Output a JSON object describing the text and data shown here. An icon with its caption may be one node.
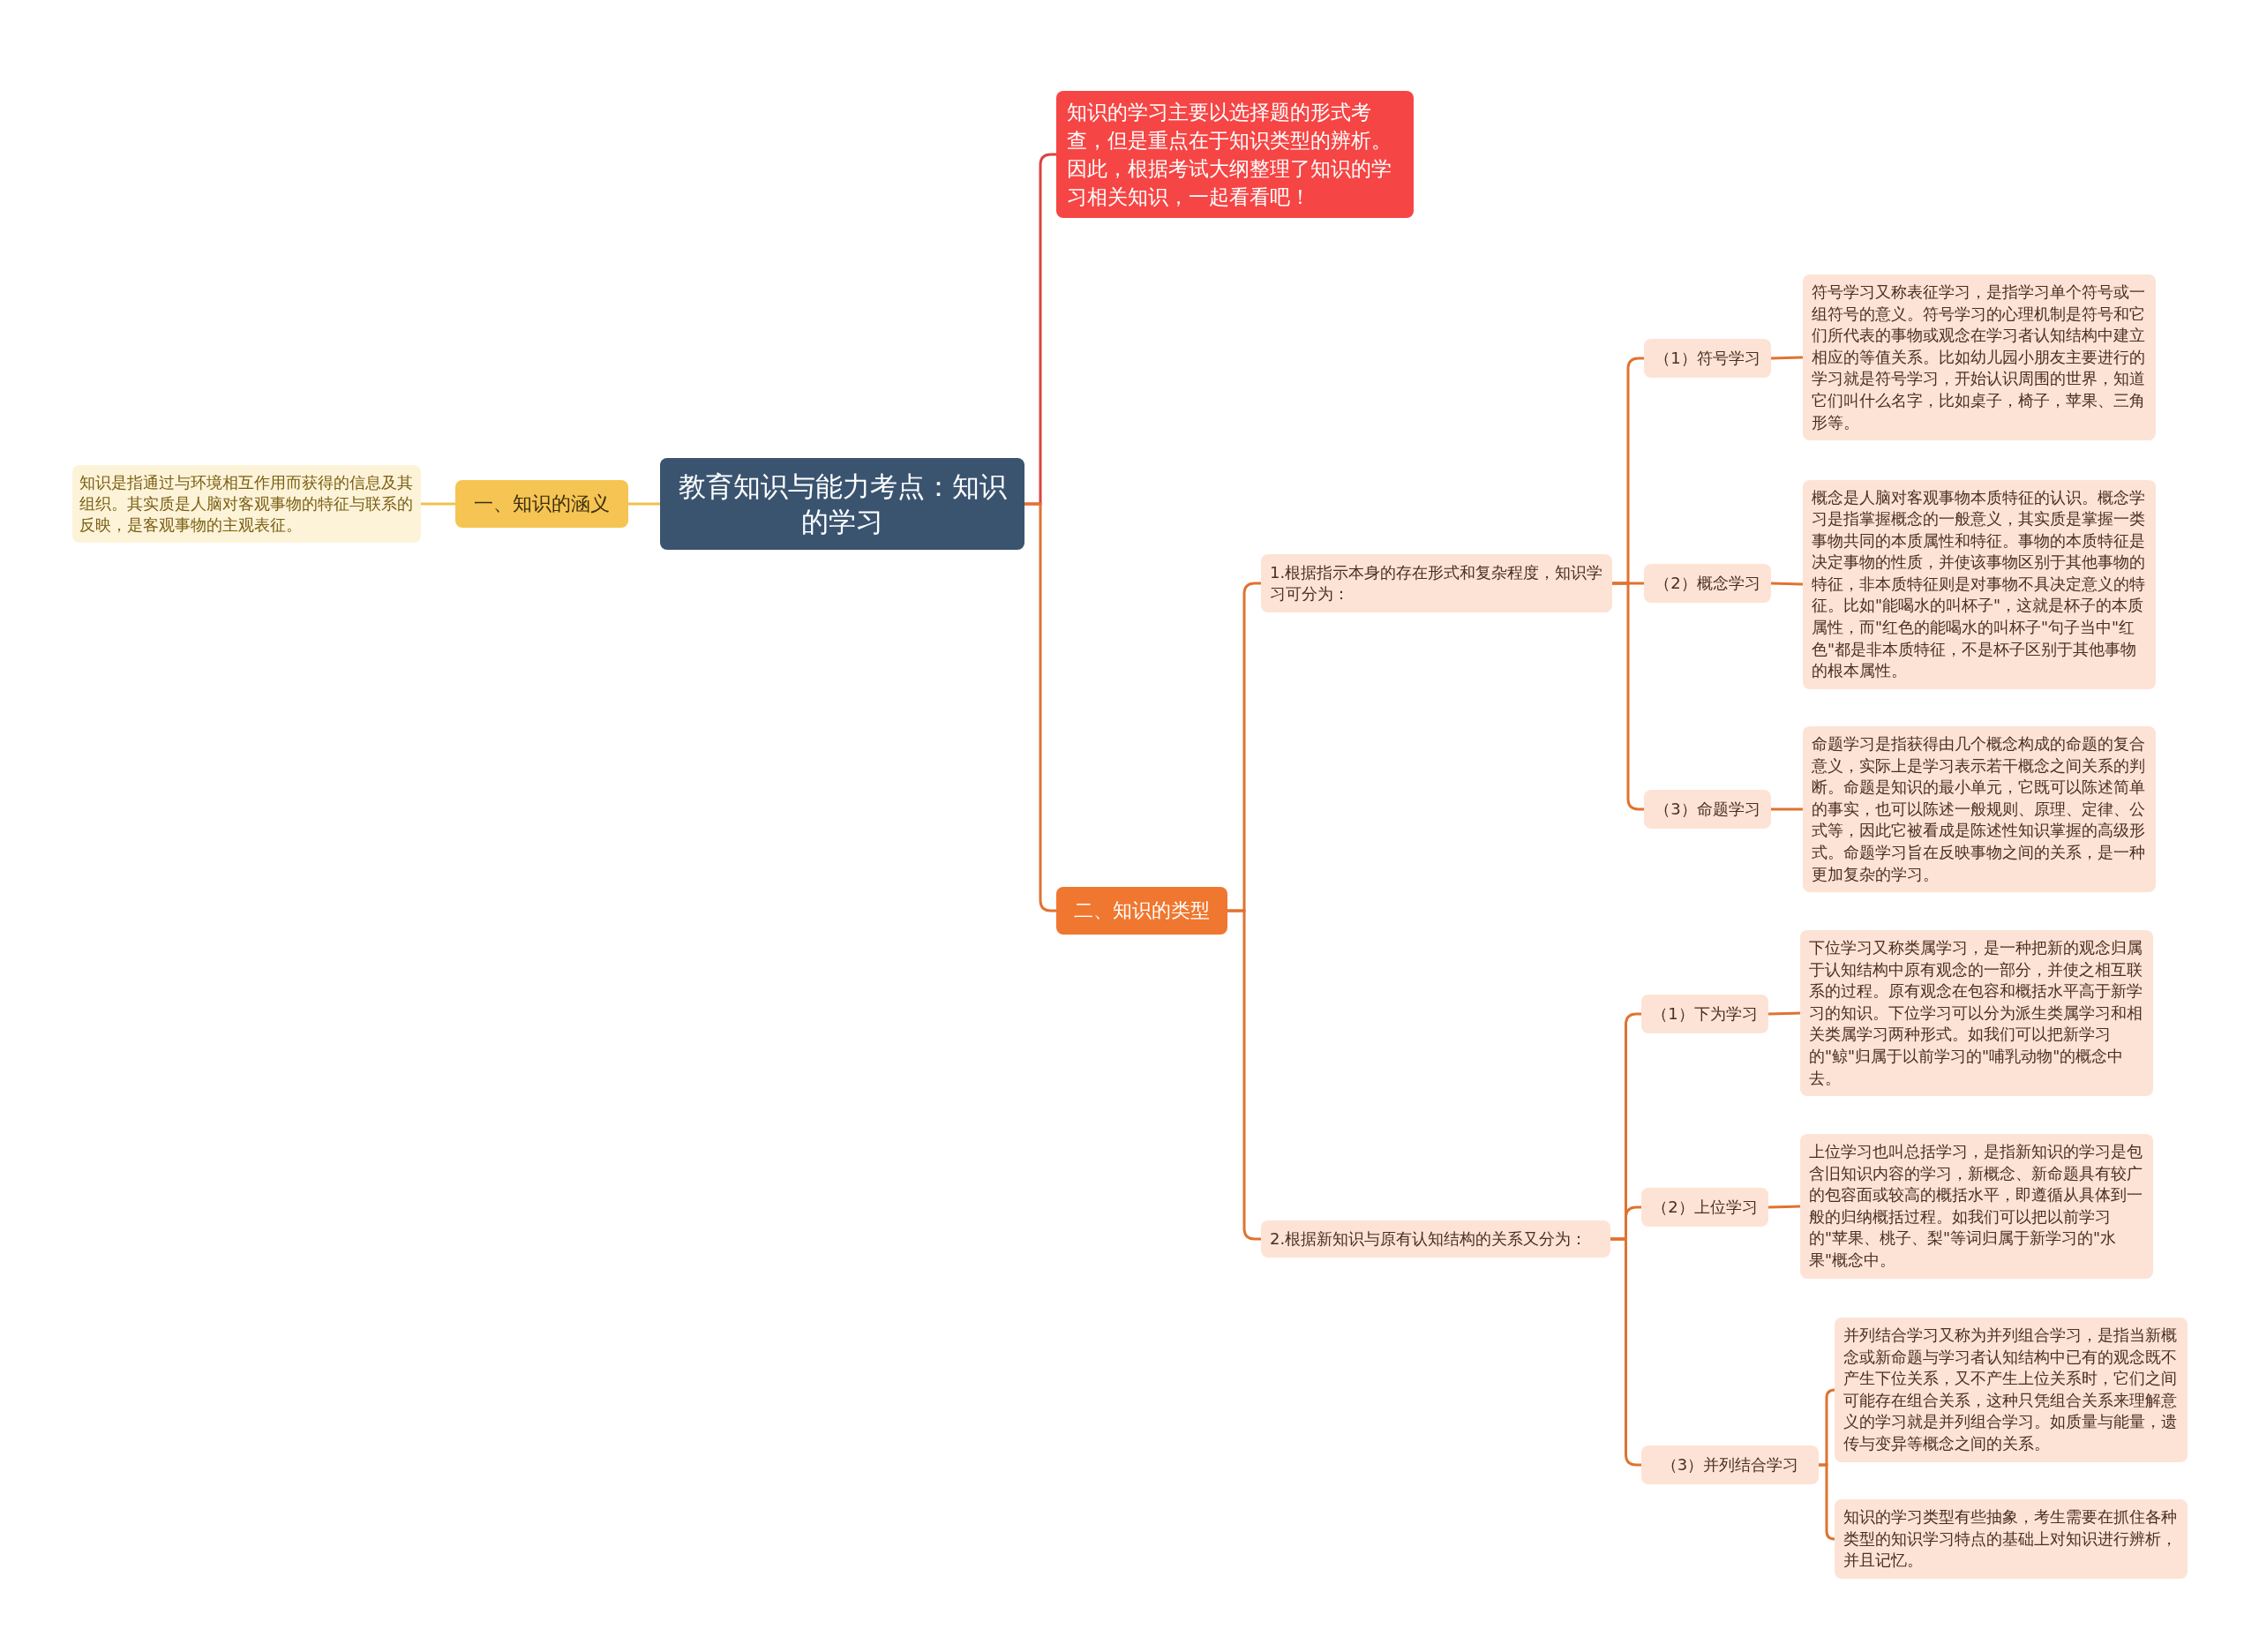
{
  "diagram": {
    "nodes": [
      {
        "text": [
          "教育知识与能力考点：知识的学习"
        ]
      },
      {
        "text": [
          "知识的学习主要以选择题的形式考查，但是重点在于知识类型的辨析。因此，根据考试大纲整理了知识的学习相关知识，一起看看吧！"
        ]
      },
      {
        "text": [
          "一、知识的涵义"
        ]
      },
      {
        "text": [
          "知识是指通过与环境相互作用而获得的信息及其组织。其实质是人脑对客观事物的特征与联系的反映，是客观事物的主观表征。"
        ]
      },
      {
        "text": [
          "二、知识的类型"
        ]
      },
      {
        "text": [
          "1.根据指示本身的存在形式和复杂程度，知识学习可分为："
        ]
      },
      {
        "text": [
          "（1）符号学习"
        ]
      },
      {
        "text": [
          "符号学习又称表征学习，是指学习单个符号或一组符号的意义。符号学习的心理机制是符号和它们所代表的事物或观念在学习者认知结构中建立相应的等值关系。比如幼儿园小朋友主要进行的学习就是符号学习，开始认识周围的世界，知道它们叫什么名字，比如桌子，椅子，苹果、三角形等。"
        ]
      },
      {
        "text": [
          "（2）概念学习"
        ]
      },
      {
        "text": [
          "概念是人脑对客观事物本质特征的认识。概念学习是指掌握概念的一般意义，其实质是掌握一类事物共同的本质属性和特征。事物的本质特征是决定事物的性质，并使该事物区别于其他事物的特征，非本质特征则是对事物不具决定意义的特征。比如\"能喝水的叫杯子\"，这就是杯子的本质属性，而\"红色的能喝水的叫杯子\"句子当中\"红色\"都是非本质特征，不是杯子区别于其他事物的根本属性。"
        ]
      },
      {
        "text": [
          "（3）命题学习"
        ]
      },
      {
        "text": [
          "命题学习是指获得由几个概念构成的命题的复合意义，实际上是学习表示若干概念之间关系的判断。命题是知识的最小单元，它既可以陈述简单的事实，也可以陈述一般规则、原理、定律、公式等，因此它被看成是陈述性知识掌握的高级形式。命题学习旨在反映事物之间的关系，是一种更加复杂的学习。"
        ]
      },
      {
        "text": [
          "2.根据新知识与原有认知结构的关系又分为："
        ]
      },
      {
        "text": [
          "（1）下为学习"
        ]
      },
      {
        "text": [
          "下位学习又称类属学习，是一种把新的观念归属于认知结构中原有观念的一部分，并使之相互联系的过程。原有观念在包容和概括水平高于新学习的知识。下位学习可以分为派生类属学习和相关类属学习两种形式。如我们可以把新学习的\"鲸\"归属于以前学习的\"哺乳动物\"的概念中去。"
        ]
      },
      {
        "text": [
          "（2）上位学习"
        ]
      },
      {
        "text": [
          "上位学习也叫总括学习，是指新知识的学习是包含旧知识内容的学习，新概念、新命题具有较广的包容面或较高的概括水平，即遵循从具体到一般的归纳概括过程。如我们可以把以前学习的\"苹果、桃子、梨\"等词归属于新学习的\"水果\"概念中。"
        ]
      },
      {
        "text": [
          "（3）并列结合学习"
        ]
      },
      {
        "text": [
          "并列结合学习又称为并列组合学习，是指当新概念或新命题与学习者认知结构中已有的观念既不产生下位关系，又不产生上位关系时，它们之间可能存在组合关系，这种只凭组合关系来理解意义的学习就是并列组合学习。如质量与能量，遗传与变异等概念之间的关系。"
        ]
      },
      {
        "text": [
          "知识的学习类型有些抽象，考生需要在抓住各种类型的知识学习特点的基础上对知识进行辨析，并且记忆。"
        ]
      }
    ],
    "edges": [
      {
        "from": 0,
        "to": 1,
        "arrow": "none",
        "color": "#d9443f"
      },
      {
        "from": 0,
        "to": 2,
        "arrow": "none",
        "color": "#f2c14e"
      },
      {
        "from": 2,
        "to": 3,
        "arrow": "none",
        "color": "#f2c14e"
      },
      {
        "from": 0,
        "to": 4,
        "arrow": "none"
      },
      {
        "from": 4,
        "to": 5,
        "arrow": "none"
      },
      {
        "from": 5,
        "to": 6,
        "arrow": "none"
      },
      {
        "from": 6,
        "to": 7,
        "arrow": "none"
      },
      {
        "from": 5,
        "to": 8,
        "arrow": "none"
      },
      {
        "from": 8,
        "to": 9,
        "arrow": "none"
      },
      {
        "from": 5,
        "to": 10,
        "arrow": "none"
      },
      {
        "from": 10,
        "to": 11,
        "arrow": "none"
      },
      {
        "from": 4,
        "to": 12,
        "arrow": "none"
      },
      {
        "from": 12,
        "to": 13,
        "arrow": "none"
      },
      {
        "from": 13,
        "to": 14,
        "arrow": "none"
      },
      {
        "from": 12,
        "to": 15,
        "arrow": "none"
      },
      {
        "from": 15,
        "to": 16,
        "arrow": "none"
      },
      {
        "from": 12,
        "to": 17,
        "arrow": "none"
      },
      {
        "from": 17,
        "to": 18,
        "arrow": "none"
      },
      {
        "from": 17,
        "to": 19,
        "arrow": "none"
      }
    ]
  }
}
